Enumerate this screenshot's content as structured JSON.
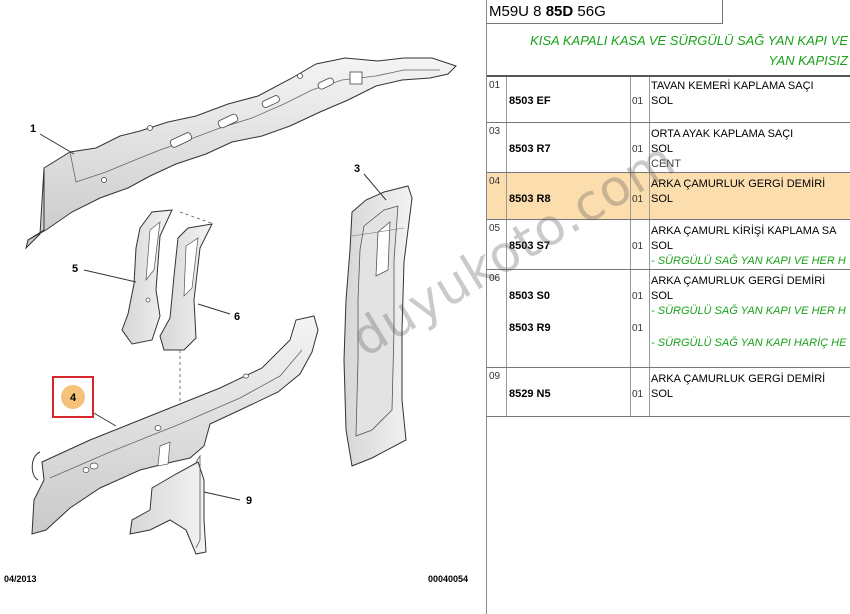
{
  "header": {
    "code_prefix": "M59U 8 ",
    "code_bold": "85D",
    "code_suffix": " 56G",
    "title_line1": "KISA KAPALI KASA VE SÜRGÜLÜ SAĞ YAN KAPI VE",
    "title_line2": "YAN KAPISIZ"
  },
  "rows": [
    {
      "seq": "01",
      "ref": "8503 EF",
      "qty": "01",
      "desc": [
        "TAVAN KEMERİ KAPLAMA SAÇI",
        "SOL"
      ],
      "highlight": false
    },
    {
      "seq": "03",
      "ref": "8503 R7",
      "qty": "01",
      "desc": [
        "ORTA AYAK KAPLAMA SAÇI",
        "SOL",
        "CENT"
      ],
      "highlight": false
    },
    {
      "seq": "04",
      "ref": "8503 R8",
      "qty": "01",
      "desc": [
        "ARKA ÇAMURLUK GERGİ DEMİRİ",
        "SOL"
      ],
      "highlight": true
    },
    {
      "seq": "05",
      "ref": "8503 S7",
      "qty": "01",
      "desc": [
        "ARKA ÇAMURL KİRİŞİ KAPLAMA SA",
        "SOL"
      ],
      "note": "- SÜRGÜLÜ SAĞ YAN KAPI VE HER H",
      "highlight": false
    },
    {
      "seq": "06",
      "ref": "8503 S0",
      "qty": "01",
      "desc": [
        "ARKA ÇAMURLUK GERGİ DEMİRİ",
        "SOL"
      ],
      "note": "- SÜRGÜLÜ SAĞ YAN KAPI VE HER H",
      "ref2": "8503 R9",
      "qty2": "01",
      "note2": "- SÜRGÜLÜ SAĞ YAN KAPI HARİÇ HE",
      "highlight": false
    },
    {
      "seq": "09",
      "ref": "8529 N5",
      "qty": "01",
      "desc": [
        "ARKA ÇAMURLUK GERGİ DEMİRİ",
        "SOL"
      ],
      "highlight": false
    }
  ],
  "diagram": {
    "callouts": {
      "c1": "1",
      "c3": "3",
      "c4": "4",
      "c5": "5",
      "c6": "6",
      "c9": "9"
    },
    "footer_left": "04/2013",
    "footer_right": "00040054",
    "highlight_color": "#d6262b",
    "callout_fill": "#f5c27a"
  },
  "watermark": "duyukoto.com",
  "colors": {
    "title_green": "#19a219",
    "row_highlight": "#fbddae"
  }
}
